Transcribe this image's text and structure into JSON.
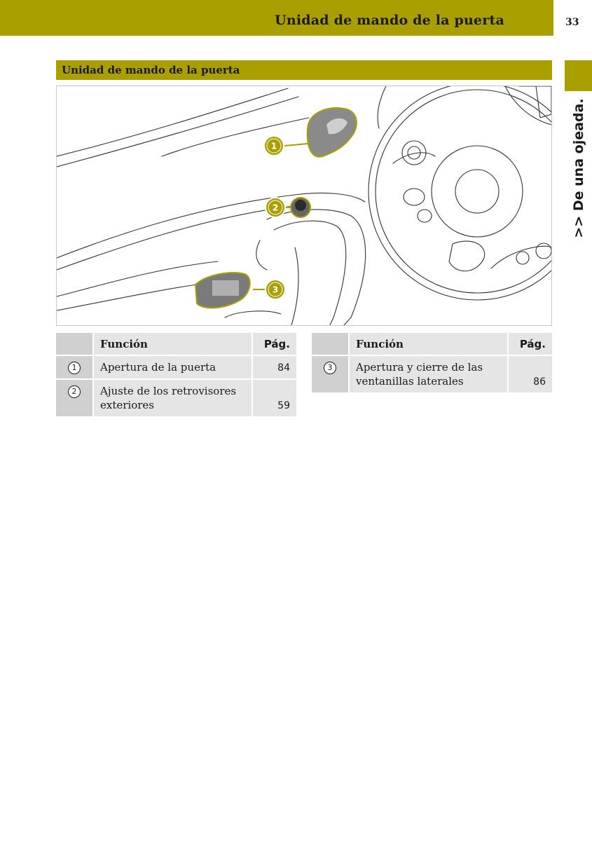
{
  "header": {
    "title": "Unidad de mando de la puerta",
    "page_number": "33"
  },
  "side_tab": {
    "label": ">> De una ojeada."
  },
  "section": {
    "title": "Unidad de mando de la puerta"
  },
  "illustration": {
    "callouts": [
      "1",
      "2",
      "3"
    ],
    "accent_color": "#a9a000"
  },
  "tables": [
    {
      "headers": {
        "function": "Función",
        "page": "Pág."
      },
      "rows": [
        {
          "number": "1",
          "function": "Apertura de la puerta",
          "page": "84"
        },
        {
          "number": "2",
          "function": "Ajuste de los retrovisores exteriores",
          "page": "59"
        }
      ]
    },
    {
      "headers": {
        "function": "Función",
        "page": "Pág."
      },
      "rows": [
        {
          "number": "3",
          "function": "Apertura y cierre de las ventanillas laterales",
          "page": "86"
        }
      ]
    }
  ],
  "colors": {
    "accent": "#a9a000",
    "table_header_bg": "#e5e5e5",
    "table_number_bg": "#d0d0d0"
  }
}
